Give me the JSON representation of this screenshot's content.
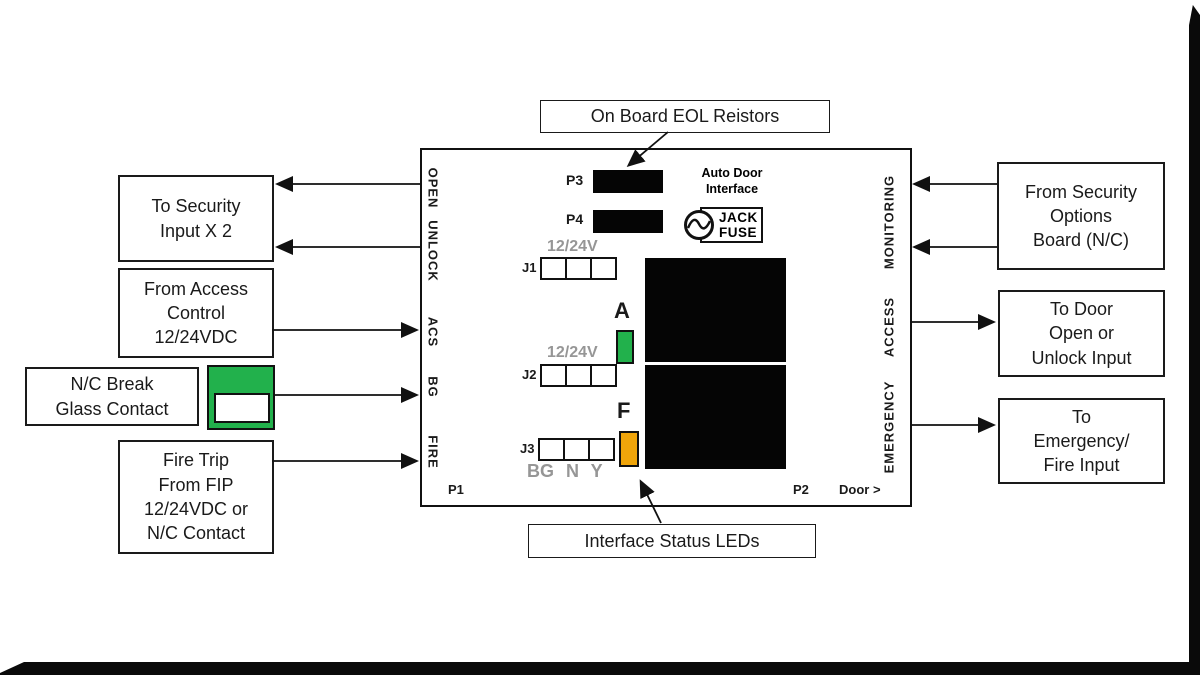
{
  "colors": {
    "led_a": "#22b14c",
    "led_f": "#f0a50a",
    "break_glass_green": "#22b14c",
    "gray_label": "#969696"
  },
  "callouts": {
    "eol": "On Board EOL Reistors",
    "status_leds": "Interface Status LEDs"
  },
  "left_boxes": {
    "security": "To Security\nInput X 2",
    "access": "From Access\nControl\n12/24VDC",
    "break_glass": "N/C Break\nGlass Contact",
    "fire": "Fire Trip\nFrom FIP\n12/24VDC or\nN/C Contact"
  },
  "right_boxes": {
    "security_options": "From Security\nOptions\nBoard (N/C)",
    "door_open": "To Door\nOpen or\nUnlock Input",
    "emergency": "To\nEmergency/\nFire Input"
  },
  "board": {
    "title": "Auto Door\nInterface",
    "logo": {
      "line1": "JACK",
      "line2": "FUSE"
    },
    "left_pin_labels": [
      "OPEN",
      "UNLOCK",
      "ACS",
      "BG",
      "FIRE"
    ],
    "right_pin_labels": [
      "MONITORING",
      "ACCESS",
      "EMERGENCY"
    ],
    "p1": "P1",
    "p2": "P2",
    "door": "Door >",
    "p3": "P3",
    "p4": "P4",
    "j1": "J1",
    "j2": "J2",
    "j3": "J3",
    "j1_voltage": "12/24V",
    "j2_voltage": "12/24V",
    "j3_pins": "BG N Y",
    "led_a": "A",
    "led_f": "F"
  }
}
